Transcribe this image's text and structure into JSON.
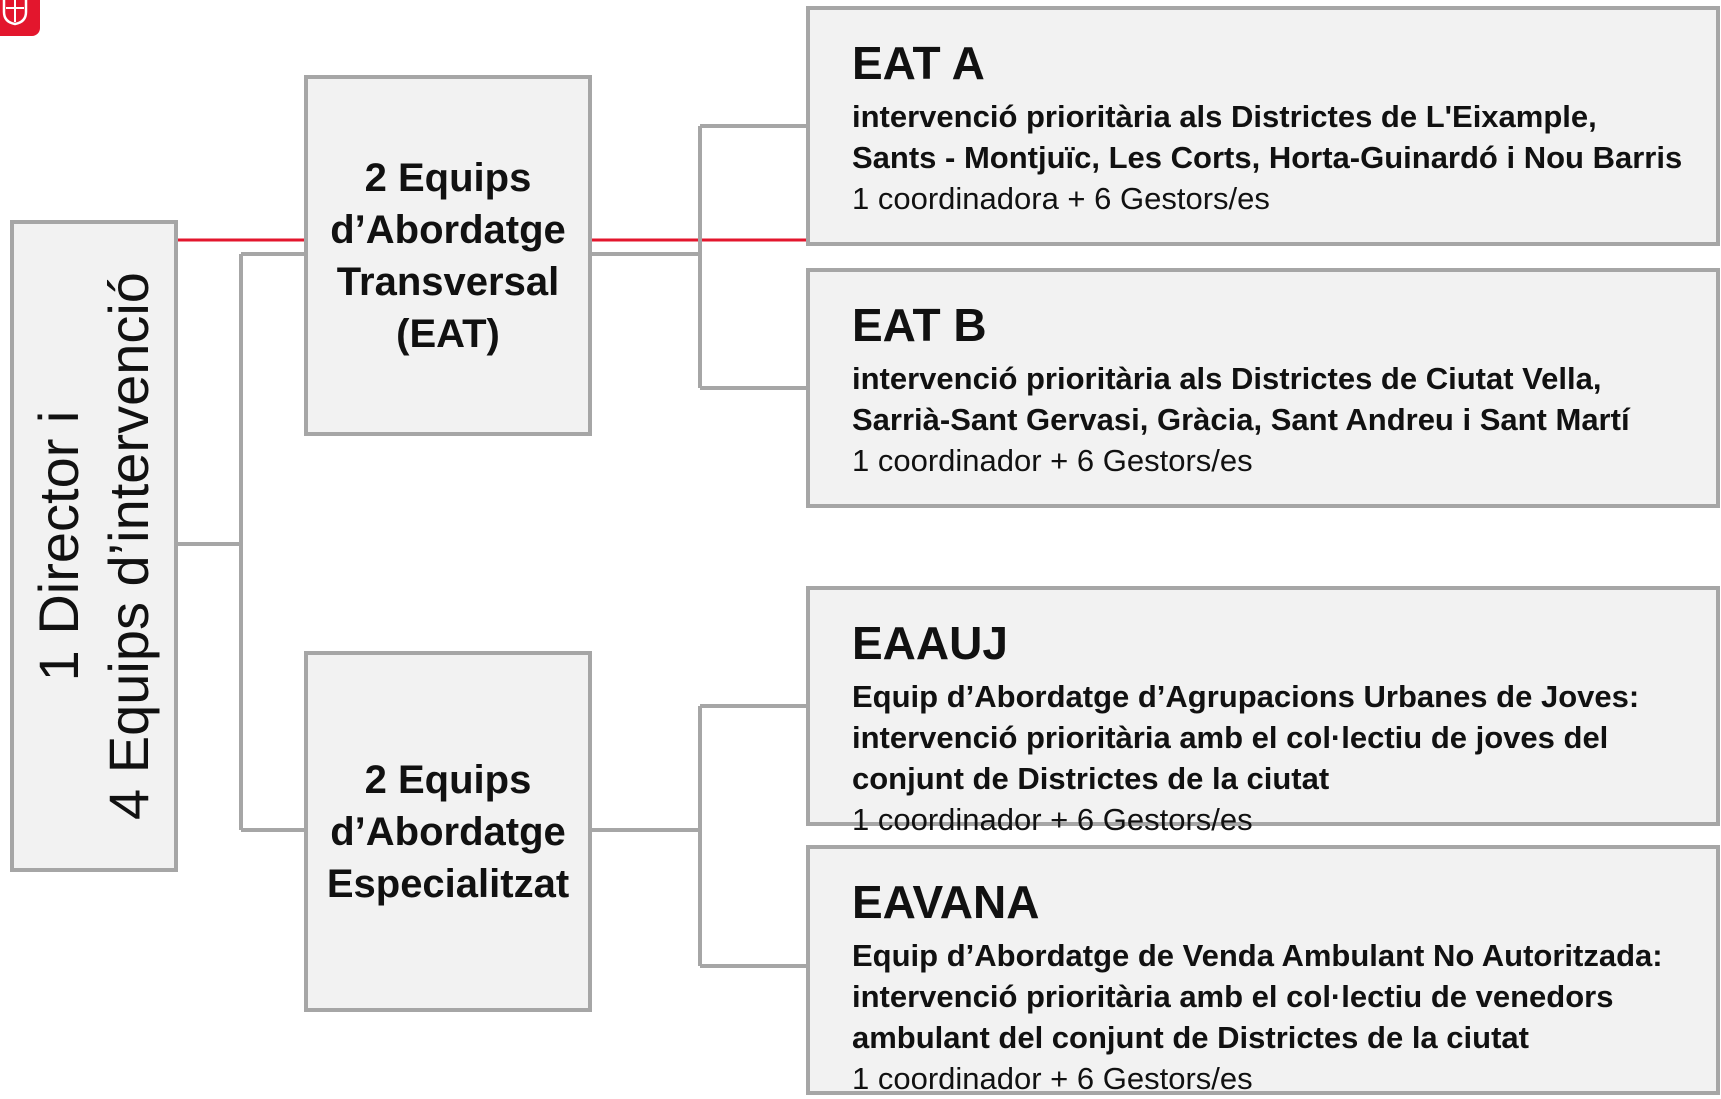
{
  "colors": {
    "box_fill": "#f2f2f2",
    "box_border": "#a6a6a6",
    "connector": "#a6a6a6",
    "accent": "#e3162d"
  },
  "logo": {
    "icon": "city-shield-icon"
  },
  "root": {
    "line1": "1 Director i",
    "line2": "4 Equips d’intervenció"
  },
  "groups": [
    {
      "lines": [
        "2 Equips",
        "d’Abordatge",
        "Transversal",
        "(EAT)"
      ]
    },
    {
      "lines": [
        "2 Equips",
        "d’Abordatge",
        "Especialitzat"
      ]
    }
  ],
  "teams": [
    {
      "title": "EAT A",
      "description": [
        "intervenció prioritària als Districtes de L'Eixample,",
        "Sants - Montjuïc, Les Corts, Horta-Guinardó i Nou Barris"
      ],
      "staff": "1 coordinadora + 6 Gestors/es"
    },
    {
      "title": "EAT B",
      "description": [
        "intervenció prioritària als Districtes de Ciutat Vella,",
        "Sarrià-Sant Gervasi, Gràcia, Sant Andreu i Sant Martí"
      ],
      "staff": "1 coordinador + 6 Gestors/es"
    },
    {
      "title": "EAAUJ",
      "description": [
        "Equip d’Abordatge d’Agrupacions Urbanes de Joves:",
        "intervenció prioritària amb el col·lectiu de joves del",
        "conjunt de Districtes de la ciutat"
      ],
      "staff": "1 coordinador + 6 Gestors/es"
    },
    {
      "title": "EAVANA",
      "description": [
        "Equip d’Abordatge de Venda Ambulant No Autoritzada:",
        "intervenció prioritària amb el col·lectiu de venedors",
        "ambulant del conjunt de Districtes de la ciutat"
      ],
      "staff": "1 coordinador + 6 Gestors/es"
    }
  ]
}
